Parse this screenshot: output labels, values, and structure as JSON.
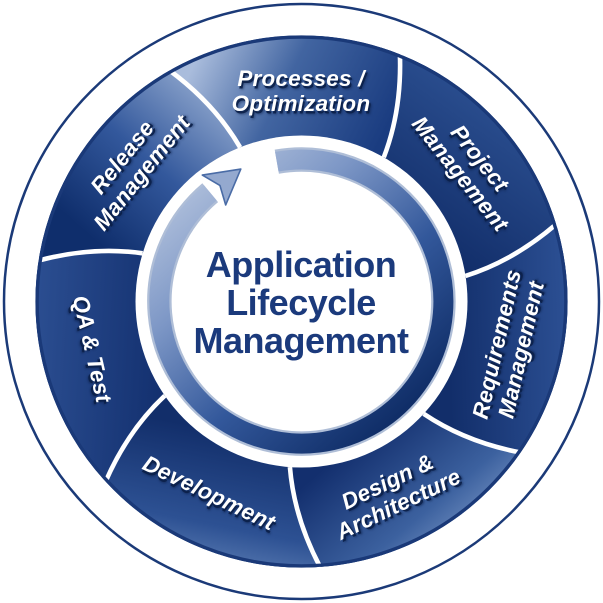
{
  "diagram": {
    "title": "Application Lifecycle Management cycle diagram",
    "center": {
      "line1": "Application",
      "line2": "Lifecycle",
      "line3": "Management"
    },
    "segments": [
      {
        "id": "processes-optimization",
        "line1": "Processes /",
        "line2": "Optimization"
      },
      {
        "id": "project-management",
        "line1": "Project",
        "line2": "Management"
      },
      {
        "id": "requirements-management",
        "line1": "Requirements",
        "line2": "Management"
      },
      {
        "id": "design-architecture",
        "line1": "Design &",
        "line2": "Architecture"
      },
      {
        "id": "development",
        "line1": "Development"
      },
      {
        "id": "qa-test",
        "line1": "QA & Test"
      },
      {
        "id": "release-management",
        "line1": "Release",
        "line2": "Management"
      }
    ],
    "icons": {
      "arrow": "clockwise-cycle-arrow"
    },
    "colors": {
      "ring_dark_navy": "#14387c",
      "ring_light_blue": "#a9bcdc",
      "outer_outline": "#1b3a78",
      "separator": "#ffffff",
      "center_text": "#1b3a7c",
      "label_text": "#ffffff",
      "label_shadow": "#0b1f49",
      "arrow_light": "#bac8e0",
      "arrow_dark": "#102e68"
    }
  }
}
